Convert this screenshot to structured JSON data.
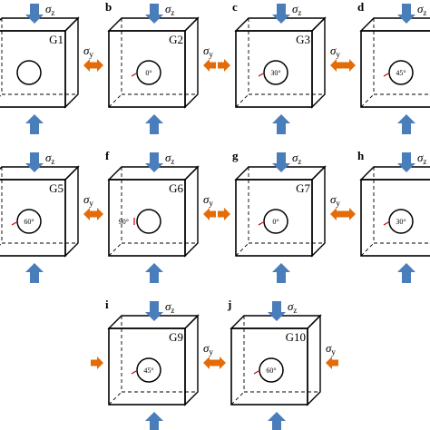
{
  "colors": {
    "blue_arrow": "#4a7ebb",
    "orange_arrow": "#e36c09",
    "crack": "#cc0000",
    "line": "#000000"
  },
  "stress_labels": {
    "vertical_symbol": "σ",
    "vertical_sub": "z",
    "horizontal_symbol": "σ",
    "horizontal_sub": "y"
  },
  "panels": [
    {
      "letter": "",
      "group": "G1",
      "angle": "",
      "crack_side": "none"
    },
    {
      "letter": "b",
      "group": "G2",
      "angle": "0°",
      "crack_side": "left"
    },
    {
      "letter": "c",
      "group": "G3",
      "angle": "30°",
      "crack_side": "left"
    },
    {
      "letter": "d",
      "group": "",
      "angle": "45°",
      "crack_side": "left"
    },
    {
      "letter": "",
      "group": "G5",
      "angle": "60°",
      "crack_side": "left"
    },
    {
      "letter": "f",
      "group": "G6",
      "angle": "90°",
      "crack_side": "outside-left"
    },
    {
      "letter": "g",
      "group": "G7",
      "angle": "0°",
      "crack_side": "left"
    },
    {
      "letter": "h",
      "group": "",
      "angle": "30°",
      "crack_side": "left"
    },
    {
      "letter": "i",
      "group": "G9",
      "angle": "45°",
      "crack_side": "left"
    },
    {
      "letter": "j",
      "group": "G10",
      "angle": "60°",
      "crack_side": "left"
    }
  ]
}
